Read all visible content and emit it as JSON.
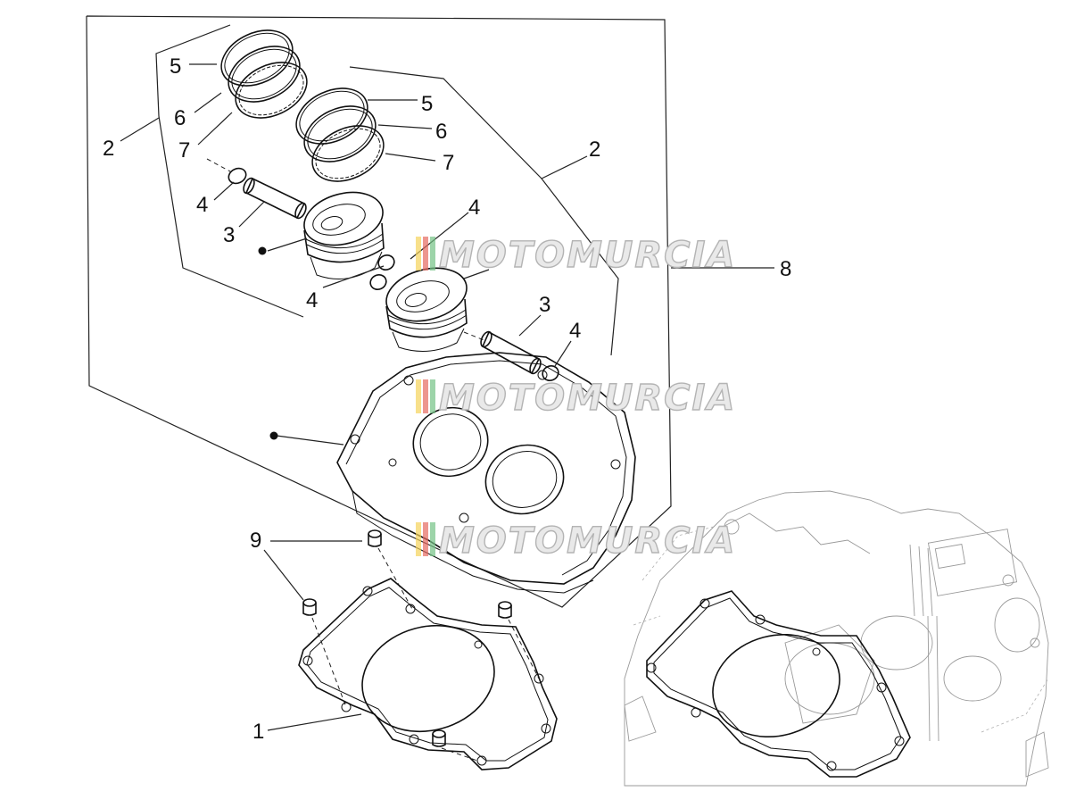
{
  "callouts": {
    "c1": "1",
    "c2a": "2",
    "c2b": "2",
    "c3a": "3",
    "c3b": "3",
    "c4a": "4",
    "c4b": "4",
    "c4c": "4",
    "c4d": "4",
    "c5a": "5",
    "c5b": "5",
    "c6a": "6",
    "c6b": "6",
    "c7a": "7",
    "c7b": "7",
    "c8": "8",
    "c9": "9"
  },
  "watermark": {
    "text": "MOTOMURCIA",
    "colors": [
      "#e5322d",
      "#f2c500",
      "#3aa655"
    ]
  }
}
